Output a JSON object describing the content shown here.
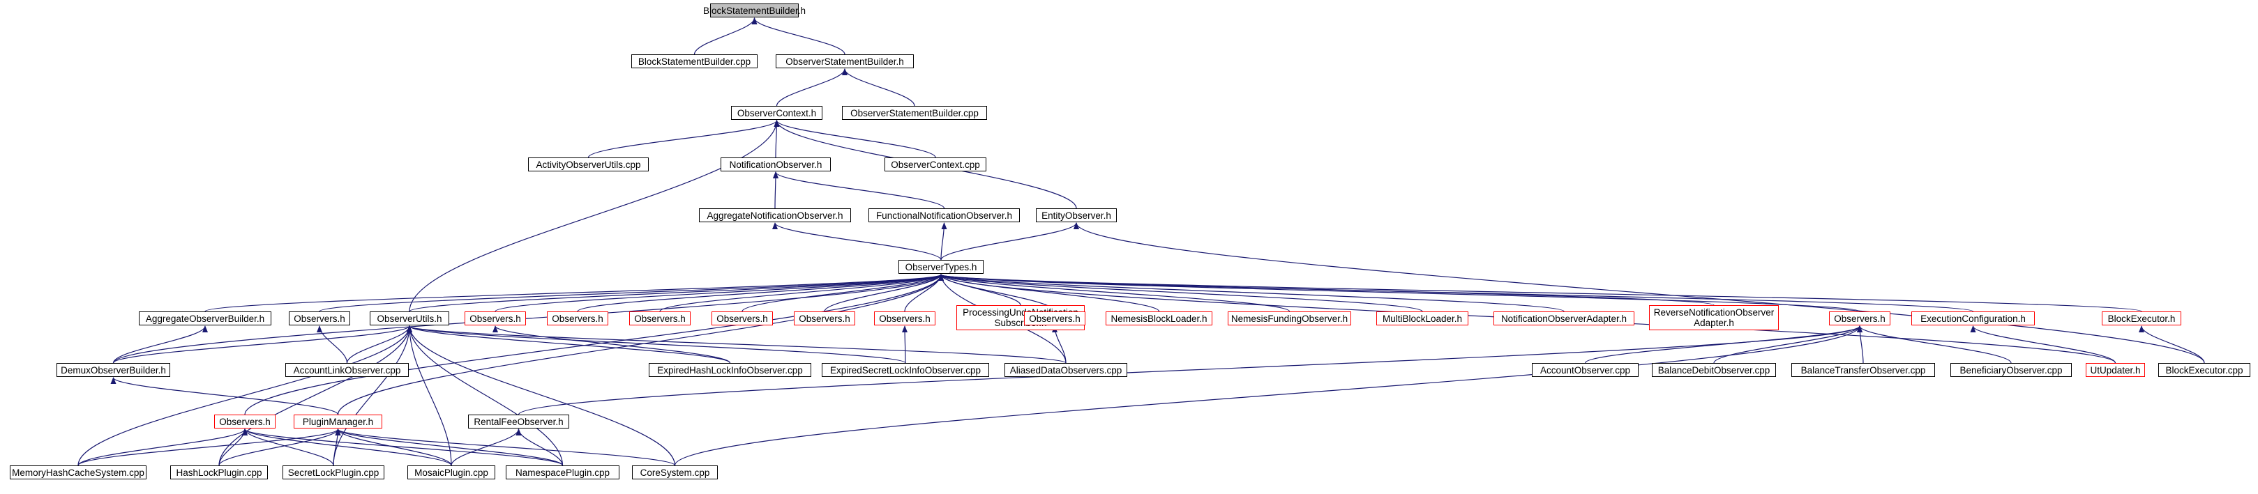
{
  "graph": {
    "type": "include-dependency-graph",
    "colors": {
      "edge": "#191970",
      "normal_border": "#000000",
      "truncated_border": "#ff0000",
      "root_fill": "#bfbfbf"
    },
    "nodes": [
      {
        "id": "n_bsb_h",
        "label": "BlockStatementBuilder.h",
        "style": "root"
      },
      {
        "id": "n_bsb_cpp",
        "label": "BlockStatementBuilder.cpp",
        "style": "normal"
      },
      {
        "id": "n_osb_h",
        "label": "ObserverStatementBuilder.h",
        "style": "normal"
      },
      {
        "id": "n_oc_h",
        "label": "ObserverContext.h",
        "style": "normal"
      },
      {
        "id": "n_osb_cpp",
        "label": "ObserverStatementBuilder.cpp",
        "style": "normal"
      },
      {
        "id": "n_aou_cpp",
        "label": "ActivityObserverUtils.cpp",
        "style": "normal"
      },
      {
        "id": "n_no_h",
        "label": "NotificationObserver.h",
        "style": "normal"
      },
      {
        "id": "n_oc_cpp",
        "label": "ObserverContext.cpp",
        "style": "normal"
      },
      {
        "id": "n_ano_h",
        "label": "AggregateNotificationObserver.h",
        "style": "normal"
      },
      {
        "id": "n_fno_h",
        "label": "FunctionalNotificationObserver.h",
        "style": "normal"
      },
      {
        "id": "n_eo_h",
        "label": "EntityObserver.h",
        "style": "normal"
      },
      {
        "id": "n_ot_h",
        "label": "ObserverTypes.h",
        "style": "normal"
      },
      {
        "id": "n_aob_h",
        "label": "AggregateObserverBuilder.h",
        "style": "normal"
      },
      {
        "id": "n_obs1_h",
        "label": "Observers.h",
        "style": "normal"
      },
      {
        "id": "n_ou_h",
        "label": "ObserverUtils.h",
        "style": "normal"
      },
      {
        "id": "n_obs2_h",
        "label": "Observers.h",
        "style": "truncated"
      },
      {
        "id": "n_obs3_h",
        "label": "Observers.h",
        "style": "truncated"
      },
      {
        "id": "n_obs4_h",
        "label": "Observers.h",
        "style": "truncated"
      },
      {
        "id": "n_obs5_h",
        "label": "Observers.h",
        "style": "truncated"
      },
      {
        "id": "n_obs6_h",
        "label": "Observers.h",
        "style": "truncated"
      },
      {
        "id": "n_obs7_h",
        "label": "Observers.h",
        "style": "truncated"
      },
      {
        "id": "n_puns_h",
        "label": "ProcessingUndoNotification\nSubscriber.h",
        "style": "truncated"
      },
      {
        "id": "n_obs8_h",
        "label": "Observers.h",
        "style": "truncated"
      },
      {
        "id": "n_nbl_h",
        "label": "NemesisBlockLoader.h",
        "style": "truncated"
      },
      {
        "id": "n_nfo_h",
        "label": "NemesisFundingObserver.h",
        "style": "truncated"
      },
      {
        "id": "n_mbl_h",
        "label": "MultiBlockLoader.h",
        "style": "truncated"
      },
      {
        "id": "n_noa_h",
        "label": "NotificationObserverAdapter.h",
        "style": "truncated"
      },
      {
        "id": "n_rnoa_h",
        "label": "ReverseNotificationObserver\nAdapter.h",
        "style": "truncated"
      },
      {
        "id": "n_obs9_h",
        "label": "Observers.h",
        "style": "truncated"
      },
      {
        "id": "n_ec_h",
        "label": "ExecutionConfiguration.h",
        "style": "truncated"
      },
      {
        "id": "n_be_h",
        "label": "BlockExecutor.h",
        "style": "truncated"
      },
      {
        "id": "n_dob_h",
        "label": "DemuxObserverBuilder.h",
        "style": "normal"
      },
      {
        "id": "n_alo_cpp",
        "label": "AccountLinkObserver.cpp",
        "style": "normal"
      },
      {
        "id": "n_ehlio_cpp",
        "label": "ExpiredHashLockInfoObserver.cpp",
        "style": "normal"
      },
      {
        "id": "n_eslio_cpp",
        "label": "ExpiredSecretLockInfoObserver.cpp",
        "style": "normal"
      },
      {
        "id": "n_ado_cpp",
        "label": "AliasedDataObservers.cpp",
        "style": "normal"
      },
      {
        "id": "n_ao_cpp",
        "label": "AccountObserver.cpp",
        "style": "normal"
      },
      {
        "id": "n_bdo_cpp",
        "label": "BalanceDebitObserver.cpp",
        "style": "normal"
      },
      {
        "id": "n_bto_cpp",
        "label": "BalanceTransferObserver.cpp",
        "style": "normal"
      },
      {
        "id": "n_bo_cpp",
        "label": "BeneficiaryObserver.cpp",
        "style": "normal"
      },
      {
        "id": "n_uiu_h",
        "label": "UtUpdater.h",
        "style": "truncated"
      },
      {
        "id": "n_be_cpp",
        "label": "BlockExecutor.cpp",
        "style": "normal"
      },
      {
        "id": "n_obs10_h",
        "label": "Observers.h",
        "style": "truncated"
      },
      {
        "id": "n_pm_h",
        "label": "PluginManager.h",
        "style": "truncated"
      },
      {
        "id": "n_rfo_h",
        "label": "RentalFeeObserver.h",
        "style": "normal"
      },
      {
        "id": "n_mhcs_cpp",
        "label": "MemoryHashCacheSystem.cpp",
        "style": "normal"
      },
      {
        "id": "n_hlp_cpp",
        "label": "HashLockPlugin.cpp",
        "style": "normal"
      },
      {
        "id": "n_slp_cpp",
        "label": "SecretLockPlugin.cpp",
        "style": "normal"
      },
      {
        "id": "n_mp_cpp",
        "label": "MosaicPlugin.cpp",
        "style": "normal"
      },
      {
        "id": "n_nsp_cpp",
        "label": "NamespacePlugin.cpp",
        "style": "normal"
      },
      {
        "id": "n_cs_cpp",
        "label": "CoreSystem.cpp",
        "style": "normal"
      }
    ],
    "edges": [
      [
        "n_bsb_cpp",
        "n_bsb_h"
      ],
      [
        "n_osb_h",
        "n_bsb_h"
      ],
      [
        "n_oc_h",
        "n_osb_h"
      ],
      [
        "n_osb_cpp",
        "n_osb_h"
      ],
      [
        "n_aou_cpp",
        "n_oc_h"
      ],
      [
        "n_no_h",
        "n_oc_h"
      ],
      [
        "n_oc_cpp",
        "n_oc_h"
      ],
      [
        "n_eo_h",
        "n_oc_h"
      ],
      [
        "n_ou_h",
        "n_oc_h"
      ],
      [
        "n_ano_h",
        "n_no_h"
      ],
      [
        "n_fno_h",
        "n_no_h"
      ],
      [
        "n_ot_h",
        "n_ano_h"
      ],
      [
        "n_ot_h",
        "n_fno_h"
      ],
      [
        "n_ot_h",
        "n_eo_h"
      ],
      [
        "n_be_cpp",
        "n_eo_h"
      ],
      [
        "n_aob_h",
        "n_ot_h"
      ],
      [
        "n_obs1_h",
        "n_ot_h"
      ],
      [
        "n_ou_h",
        "n_ot_h"
      ],
      [
        "n_obs2_h",
        "n_ot_h"
      ],
      [
        "n_obs3_h",
        "n_ot_h"
      ],
      [
        "n_obs4_h",
        "n_ot_h"
      ],
      [
        "n_obs5_h",
        "n_ot_h"
      ],
      [
        "n_obs6_h",
        "n_ot_h"
      ],
      [
        "n_obs7_h",
        "n_ot_h"
      ],
      [
        "n_puns_h",
        "n_ot_h"
      ],
      [
        "n_obs8_h",
        "n_ot_h"
      ],
      [
        "n_nbl_h",
        "n_ot_h"
      ],
      [
        "n_nfo_h",
        "n_ot_h"
      ],
      [
        "n_mbl_h",
        "n_ot_h"
      ],
      [
        "n_noa_h",
        "n_ot_h"
      ],
      [
        "n_rnoa_h",
        "n_ot_h"
      ],
      [
        "n_obs9_h",
        "n_ot_h"
      ],
      [
        "n_ec_h",
        "n_ot_h"
      ],
      [
        "n_be_h",
        "n_ot_h"
      ],
      [
        "n_dob_h",
        "n_ot_h"
      ],
      [
        "n_obs10_h",
        "n_ot_h"
      ],
      [
        "n_pm_h",
        "n_ot_h"
      ],
      [
        "n_uiu_h",
        "n_ot_h"
      ],
      [
        "n_ado_cpp",
        "n_ot_h"
      ],
      [
        "n_dob_h",
        "n_aob_h"
      ],
      [
        "n_alo_cpp",
        "n_obs1_h"
      ],
      [
        "n_dob_h",
        "n_ou_h"
      ],
      [
        "n_alo_cpp",
        "n_ou_h"
      ],
      [
        "n_ehlio_cpp",
        "n_ou_h"
      ],
      [
        "n_eslio_cpp",
        "n_ou_h"
      ],
      [
        "n_ado_cpp",
        "n_ou_h"
      ],
      [
        "n_mhcs_cpp",
        "n_ou_h"
      ],
      [
        "n_hlp_cpp",
        "n_ou_h"
      ],
      [
        "n_slp_cpp",
        "n_ou_h"
      ],
      [
        "n_mp_cpp",
        "n_ou_h"
      ],
      [
        "n_nsp_cpp",
        "n_ou_h"
      ],
      [
        "n_cs_cpp",
        "n_ou_h"
      ],
      [
        "n_ehlio_cpp",
        "n_obs2_h"
      ],
      [
        "n_eslio_cpp",
        "n_obs7_h"
      ],
      [
        "n_ado_cpp",
        "n_obs8_h"
      ],
      [
        "n_ao_cpp",
        "n_obs9_h"
      ],
      [
        "n_bdo_cpp",
        "n_obs9_h"
      ],
      [
        "n_bto_cpp",
        "n_obs9_h"
      ],
      [
        "n_bo_cpp",
        "n_obs9_h"
      ],
      [
        "n_rfo_h",
        "n_obs9_h"
      ],
      [
        "n_cs_cpp",
        "n_obs9_h"
      ],
      [
        "n_uiu_h",
        "n_ec_h"
      ],
      [
        "n_be_cpp",
        "n_be_h"
      ],
      [
        "n_pm_h",
        "n_dob_h"
      ],
      [
        "n_mhcs_cpp",
        "n_obs10_h"
      ],
      [
        "n_hlp_cpp",
        "n_obs10_h"
      ],
      [
        "n_slp_cpp",
        "n_obs10_h"
      ],
      [
        "n_mp_cpp",
        "n_obs10_h"
      ],
      [
        "n_nsp_cpp",
        "n_obs10_h"
      ],
      [
        "n_mhcs_cpp",
        "n_pm_h"
      ],
      [
        "n_hlp_cpp",
        "n_pm_h"
      ],
      [
        "n_slp_cpp",
        "n_pm_h"
      ],
      [
        "n_mp_cpp",
        "n_pm_h"
      ],
      [
        "n_nsp_cpp",
        "n_pm_h"
      ],
      [
        "n_cs_cpp",
        "n_pm_h"
      ],
      [
        "n_mp_cpp",
        "n_rfo_h"
      ],
      [
        "n_nsp_cpp",
        "n_rfo_h"
      ]
    ]
  }
}
